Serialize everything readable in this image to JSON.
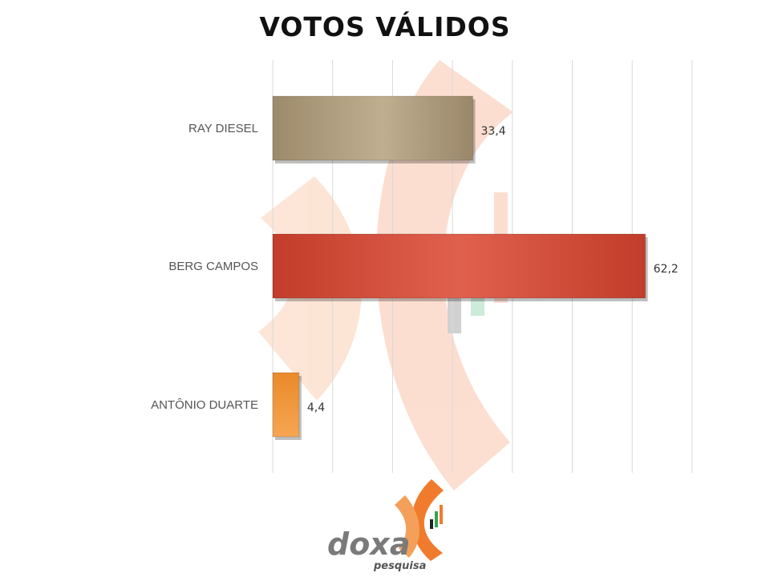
{
  "chart_data": {
    "type": "bar",
    "orientation": "horizontal",
    "title": "VOTOS VÁLIDOS",
    "categories": [
      "RAY DIESEL",
      "BERG CAMPOS",
      "ANTÔNIO DUARTE"
    ],
    "values": [
      33.4,
      62.2,
      4.4
    ],
    "value_labels": [
      "33,4",
      "62,2",
      "4,4"
    ],
    "xlim": [
      0,
      70
    ],
    "grid": true,
    "colors": [
      "#a8977a",
      "#d2473a",
      "#f2943c"
    ]
  },
  "logo": {
    "name": "doxa",
    "sub": "pesquisa",
    "colors": [
      "#f07b2c",
      "#7a7a7a"
    ]
  }
}
